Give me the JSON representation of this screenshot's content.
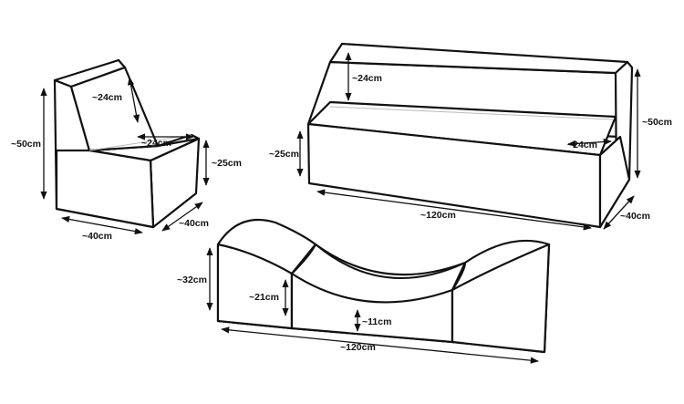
{
  "chair": {
    "height": "~50cm",
    "backrest": "~24cm",
    "seat_depth": "~24cm",
    "seat_height": "~25cm",
    "width": "~40cm",
    "depth": "~40cm"
  },
  "sofa": {
    "backrest": "~24cm",
    "seat_height": "~25cm",
    "seat_depth": "~24cm",
    "height": "~50cm",
    "length": "~120cm",
    "depth": "~40cm"
  },
  "lounger": {
    "height": "~32cm",
    "curve_height": "~21cm",
    "center_height": "~11cm",
    "length": "~120cm"
  },
  "colors": {
    "line": "#111111",
    "fill": "#ffffff",
    "background": "#ffffff"
  }
}
